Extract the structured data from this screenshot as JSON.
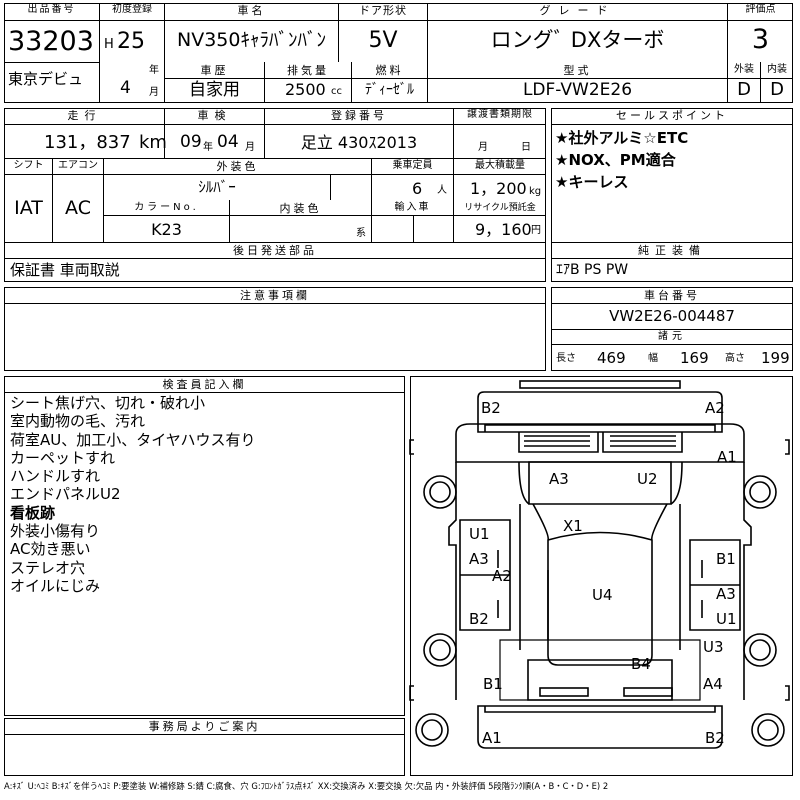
{
  "header": {
    "lot_no_label": "出品番号",
    "lot_no": "33203",
    "first_reg_label": "初度登録",
    "era": "H",
    "year": "25",
    "year_unit": "年",
    "month": "4",
    "month_unit": "月",
    "car_name_label": "車名",
    "car_name": "NV350ｷｬﾗﾊﾞﾝﾊﾞﾝ",
    "door_label": "ドア形状",
    "door": "5V",
    "grade_label": "グレード",
    "grade": "ロングﾞ DXターボ",
    "score_label": "評価点",
    "score": "3",
    "auction": "東京デビュ",
    "history_label": "車歴",
    "history": "自家用",
    "displacement_label": "排気量",
    "displacement": "2500",
    "displacement_unit": "cc",
    "fuel_label": "燃料",
    "fuel": "ﾃﾞｨｰｾﾞﾙ",
    "model_label": "型式",
    "model": "LDF-VW2E26",
    "exterior_label": "外装",
    "exterior": "D",
    "interior_label": "内装",
    "interior": "D"
  },
  "row2": {
    "mileage_label": "走行",
    "mileage": "131，837",
    "mileage_unit": "km",
    "inspection_label": "車検",
    "insp_year": "09",
    "insp_year_unit": "年",
    "insp_month": "04",
    "insp_month_unit": "月",
    "reg_no_label": "登録番号",
    "reg_no": "足立 430ｽ2013",
    "transfer_label": "譲渡書類期限",
    "transfer_month_unit": "月",
    "transfer_day_unit": "日",
    "shift_label": "シフト",
    "shift": "IAT",
    "ac_label": "エアコン",
    "ac": "AC",
    "color_label": "外装色",
    "color": "ｼﾙﾊﾞｰ",
    "capacity_label": "乗車定員",
    "capacity": "6",
    "capacity_unit": "人",
    "max_load_label": "最大積載量",
    "max_load": "1，200",
    "max_load_unit": "kg",
    "color_no_label": "カラーNo.",
    "color_no": "K23",
    "interior_color_label": "内装色",
    "interior_color_unit": "系",
    "import_label": "輸入車",
    "recycle_label": "リサイクル預託金",
    "recycle": "9，160",
    "recycle_unit": "円",
    "later_parts_label": "後日発送部品",
    "later_parts": "保証書 車両取説",
    "sales_label": "セールスポイント",
    "sales_points": [
      "★社外アルミ☆ETC",
      "★NOX、PM適合",
      "★キーレス"
    ],
    "equip_label": "純正装備",
    "equipment": "ｴｱB PS PW"
  },
  "notes": {
    "caution_label": "注意事項欄",
    "chassis_label": "車台番号",
    "chassis": "VW2E26-004487",
    "dims_label": "諸元",
    "length_label": "長さ",
    "length": "469",
    "width_label": "幅",
    "width": "169",
    "height_label": "高さ",
    "height": "199"
  },
  "inspector": {
    "label": "検査員記入欄",
    "lines": [
      "シート焦げ穴、切れ・破れ小",
      "室内動物の毛、汚れ",
      "荷室AU、加工小、タイヤハウス有り",
      "カーペットすれ",
      "ハンドルすれ",
      "エンドパネルU2",
      "看板跡",
      "外装小傷有り",
      "AC効き悪い",
      "ステレオ穴",
      "オイルにじみ"
    ]
  },
  "office": {
    "label": "事務局よりご案内"
  },
  "diagram": {
    "marks": {
      "front_left": "B2",
      "front_right": "A2",
      "fender_right": "A1",
      "windshield_left": "A3",
      "windshield_right": "U2",
      "roof_front": "X1",
      "left_door_1": "U1",
      "left_door_2": "A3",
      "left_pillar": "A2",
      "right_door_1": "B1",
      "right_door_2": "A3",
      "right_door_3": "U1",
      "roof": "U4",
      "left_rear_panel": "B2",
      "right_rear_panel": "U3",
      "rear_window": "B4",
      "left_rear_fender": "B1",
      "right_rear_fender": "A4",
      "rear_left": "A1",
      "rear_right": "B2"
    }
  },
  "footer": {
    "legend": "A:ｷｽﾞ U:ﾍｺﾐ B:ｷｽﾞを伴うﾍｺﾐ P:要塗装 W:補修跡 S:錆 C:腐食、穴 G:ﾌﾛﾝﾄｶﾞﾗｽ点ｷｽﾞ XX:交換済み X:要交換 欠:欠品 内・外装評価 5段階ﾗﾝｸ順(A・B・C・D・E) 2"
  }
}
